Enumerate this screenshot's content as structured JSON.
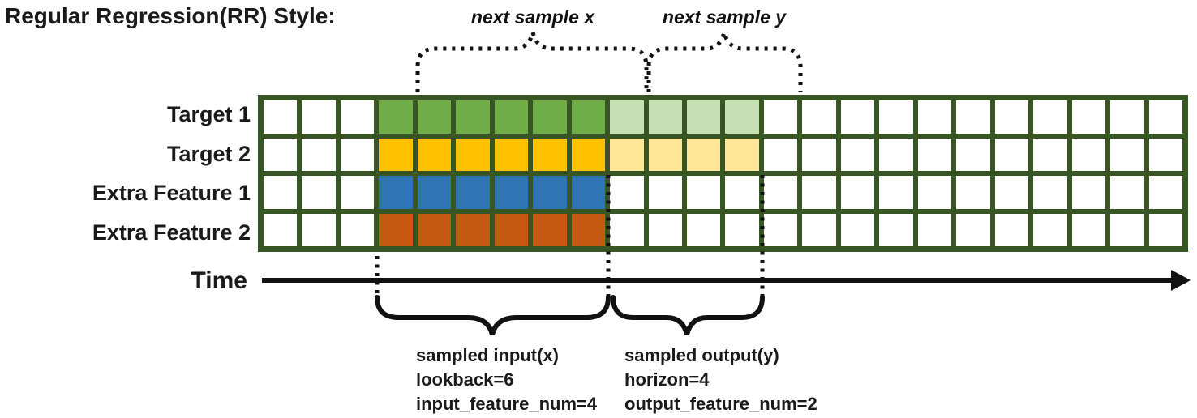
{
  "title": "Regular Regression(RR) Style:",
  "grid": {
    "total_columns": 24,
    "lead_empty_columns": 3,
    "lookback_columns": 6,
    "horizon_columns": 4,
    "border_color": "#375623",
    "empty_cell_color": "#ffffff",
    "rows": [
      {
        "label": "Target 1",
        "dark_color": "#70AD47",
        "light_color": "#C6E0B4",
        "has_horizon": true
      },
      {
        "label": "Target 2",
        "dark_color": "#FFC000",
        "light_color": "#FFE699",
        "has_horizon": true
      },
      {
        "label": "Extra Feature 1",
        "dark_color": "#2E75B6",
        "light_color": "",
        "has_horizon": false
      },
      {
        "label": "Extra Feature 2",
        "dark_color": "#C55A11",
        "light_color": "",
        "has_horizon": false
      }
    ]
  },
  "axis": {
    "label": "Time"
  },
  "top_braces": {
    "x_label": "next sample x",
    "y_label": "next sample y"
  },
  "bottom_labels": {
    "input": [
      "sampled input(x)",
      "lookback=6",
      "input_feature_num=4"
    ],
    "output": [
      "sampled output(y)",
      "horizon=4",
      "output_feature_num=2"
    ]
  }
}
